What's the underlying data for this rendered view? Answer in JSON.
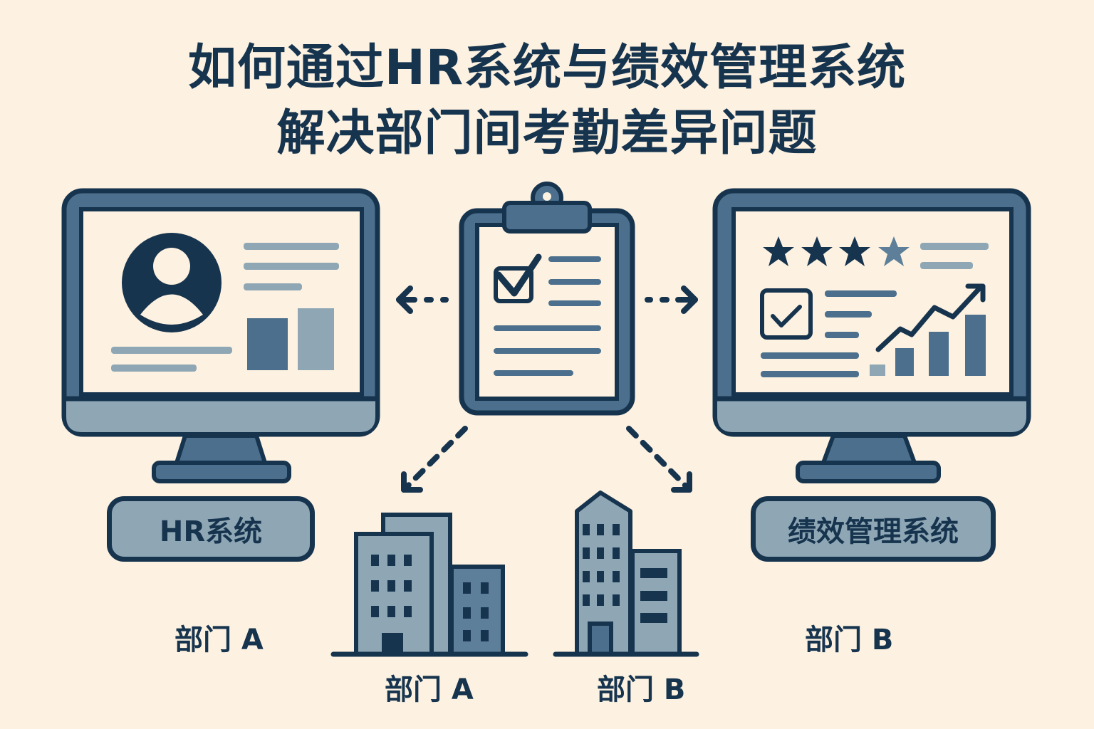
{
  "title": {
    "line1": "如何通过HR系统与绩效管理系统",
    "line2": "解决部门间考勤差异问题"
  },
  "left_system": {
    "label": "HR系统",
    "icon": "monitor-profile-icon"
  },
  "right_system": {
    "label": "绩效管理系统",
    "icon": "monitor-performance-icon"
  },
  "center": {
    "icon": "clipboard-checklist-icon"
  },
  "departments": {
    "left_text": "部门 A",
    "right_text": "部门 B",
    "building_a_label": "部门 A",
    "building_b_label": "部门 B"
  },
  "colors": {
    "background": "#fdf2e1",
    "dark_navy": "#17344f",
    "mid_blue": "#4b6f8c",
    "light_blue": "#8fa7b5",
    "screen": "#fdf2e1"
  },
  "performance_rating": {
    "filled_stars": 3,
    "total_stars": 4
  }
}
